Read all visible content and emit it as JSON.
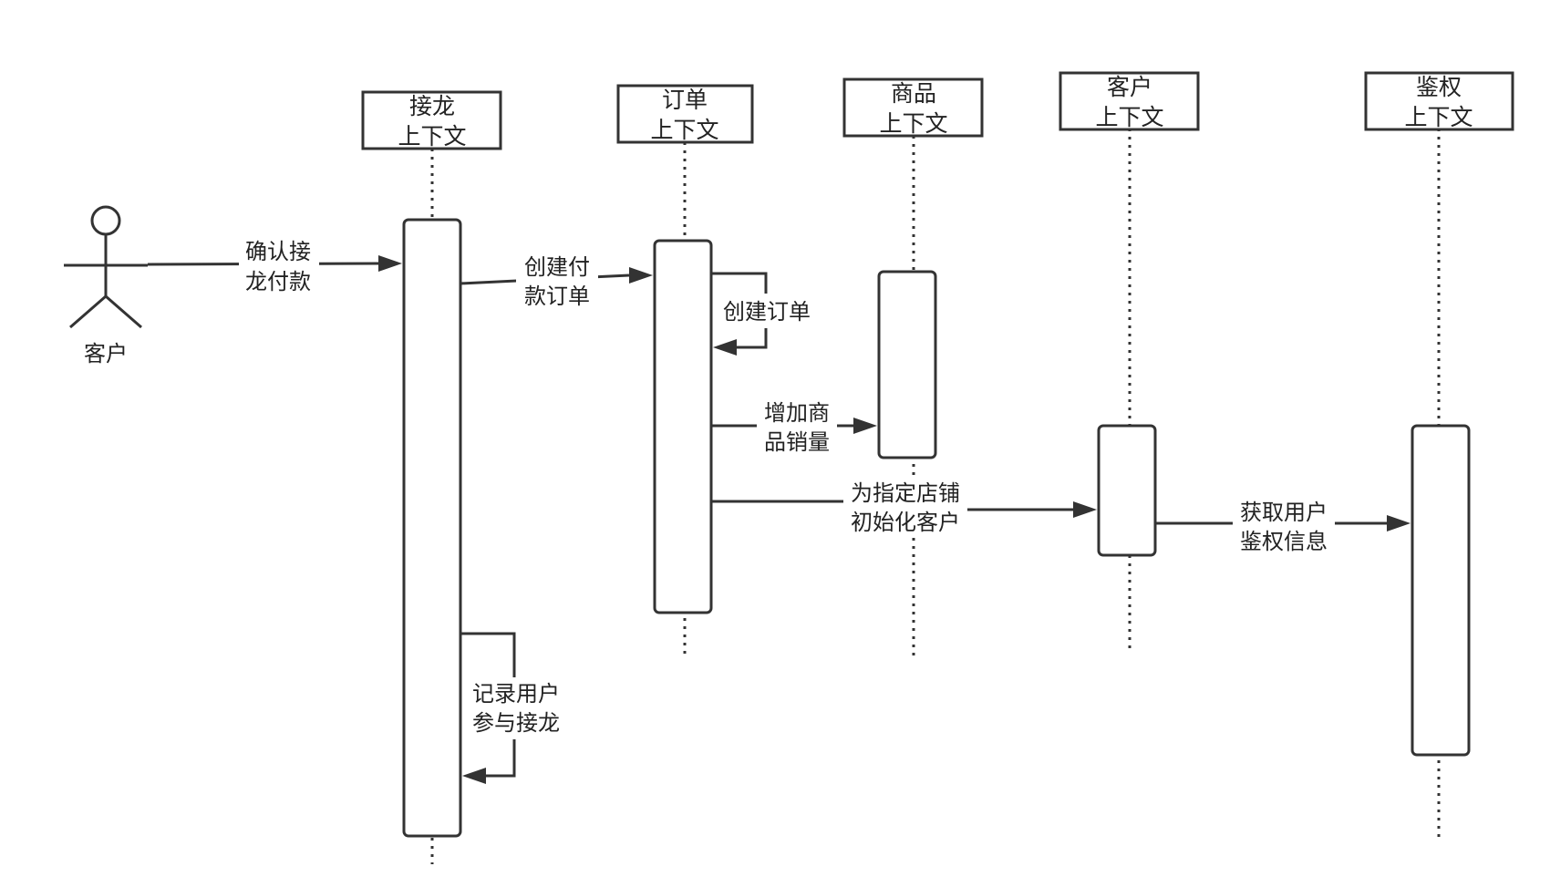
{
  "diagram": {
    "type": "sequence",
    "actor": {
      "label": "客户"
    },
    "participants": [
      {
        "id": "jielong",
        "line1": "接龙",
        "line2": "上下文"
      },
      {
        "id": "order",
        "line1": "订单",
        "line2": "上下文"
      },
      {
        "id": "product",
        "line1": "商品",
        "line2": "上下文"
      },
      {
        "id": "customer",
        "line1": "客户",
        "line2": "上下文"
      },
      {
        "id": "auth",
        "line1": "鉴权",
        "line2": "上下文"
      }
    ],
    "messages": [
      {
        "id": "confirm-pay",
        "from": "actor",
        "to": "jielong",
        "line1": "确认接",
        "line2": "龙付款"
      },
      {
        "id": "create-pay-order",
        "from": "jielong",
        "to": "order",
        "line1": "创建付",
        "line2": "款订单"
      },
      {
        "id": "create-order",
        "from": "order",
        "to": "order",
        "self": true,
        "line1": "创建订单",
        "line2": ""
      },
      {
        "id": "add-sales",
        "from": "order",
        "to": "product",
        "line1": "增加商",
        "line2": "品销量"
      },
      {
        "id": "init-customer",
        "from": "order",
        "to": "customer",
        "line1": "为指定店铺",
        "line2": "初始化客户"
      },
      {
        "id": "get-auth",
        "from": "customer",
        "to": "auth",
        "line1": "获取用户",
        "line2": "鉴权信息"
      },
      {
        "id": "record-user",
        "from": "jielong",
        "to": "jielong",
        "self": true,
        "line1": "记录用户",
        "line2": "参与接龙"
      }
    ]
  }
}
